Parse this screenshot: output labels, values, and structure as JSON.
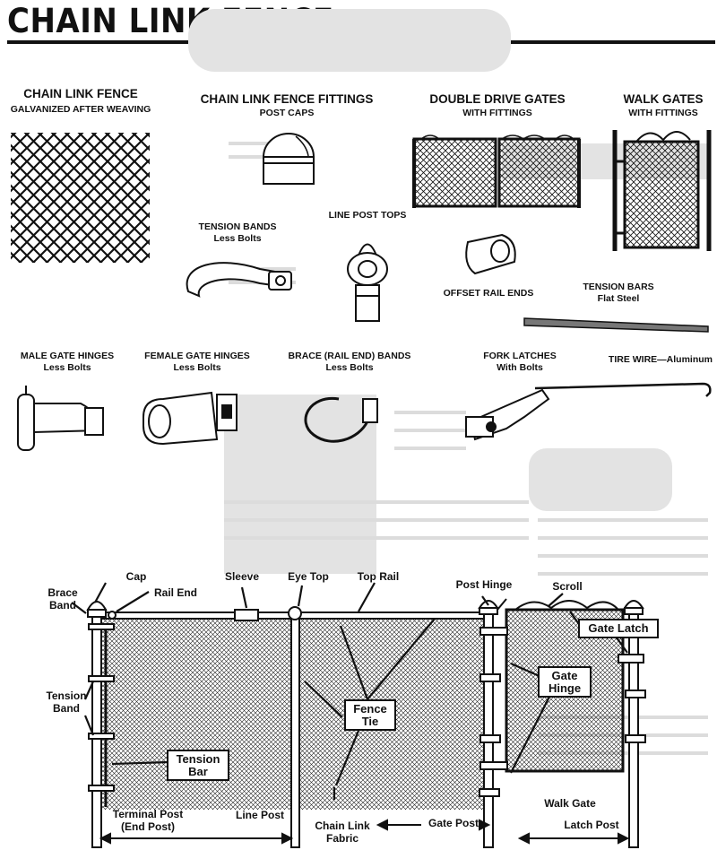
{
  "title": "CHAIN LINK FENCE",
  "catalog": {
    "fence": {
      "title": "CHAIN LINK FENCE",
      "subtitle": "GALVANIZED AFTER WEAVING"
    },
    "fittings": {
      "title": "CHAIN LINK FENCE FITTINGS",
      "subtitle": "POST CAPS"
    },
    "double_gates": {
      "title": "DOUBLE DRIVE GATES",
      "subtitle": "WITH FITTINGS"
    },
    "walk_gates": {
      "title": "WALK GATES",
      "subtitle": "WITH FITTINGS"
    },
    "tension_bands": {
      "title": "TENSION BANDS",
      "subtitle": "Less Bolts"
    },
    "line_post_tops": {
      "title": "LINE POST TOPS"
    },
    "offset_rail_ends": {
      "title": "OFFSET RAIL ENDS"
    },
    "tension_bars": {
      "title": "TENSION BARS",
      "subtitle": "Flat Steel"
    },
    "tire_wire": {
      "title": "TIRE WIRE—Aluminum"
    },
    "male_hinges": {
      "title": "MALE GATE HINGES",
      "subtitle": "Less Bolts"
    },
    "female_hinges": {
      "title": "FEMALE GATE HINGES",
      "subtitle": "Less Bolts"
    },
    "brace_bands": {
      "title": "BRACE (RAIL END) BANDS",
      "subtitle": "Less Bolts"
    },
    "fork_latches": {
      "title": "FORK LATCHES",
      "subtitle": "With Bolts"
    }
  },
  "diagram": {
    "labels": {
      "cap": "Cap",
      "brace_band_1": "Brace",
      "brace_band_2": "Band",
      "rail_end": "Rail End",
      "sleeve": "Sleeve",
      "eye_top": "Eye Top",
      "top_rail": "Top Rail",
      "post_hinge": "Post Hinge",
      "scroll": "Scroll",
      "tension_band_1": "Tension",
      "tension_band_2": "Band",
      "walk_gate": "Walk Gate",
      "terminal_post_1": "Terminal Post",
      "terminal_post_2": "(End Post)",
      "line_post": "Line Post",
      "chain_link_fabric_1": "Chain Link",
      "chain_link_fabric_2": "Fabric",
      "gate_post": "Gate Post",
      "latch_post": "Latch Post"
    },
    "boxes": {
      "gate_latch": "Gate Latch",
      "gate_hinge_1": "Gate",
      "gate_hinge_2": "Hinge",
      "fence_tie_1": "Fence",
      "fence_tie_2": "Tie",
      "tension_bar_1": "Tension",
      "tension_bar_2": "Bar"
    }
  }
}
